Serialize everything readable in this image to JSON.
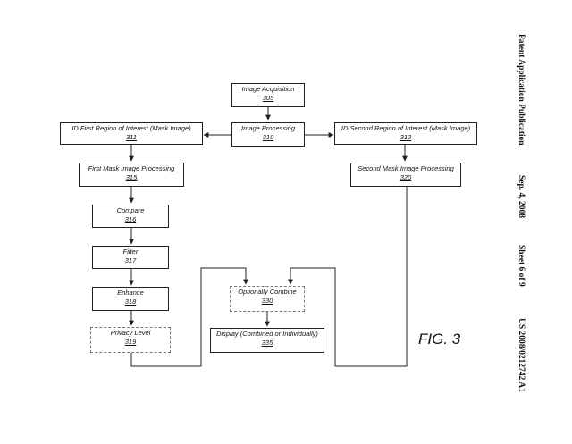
{
  "header": {
    "publication_type": "Patent Application Publication",
    "date": "Sep. 4, 2008",
    "sheet": "Sheet 6 of 9",
    "publication_number": "US 2008/0212742 A1"
  },
  "figure": {
    "label": "FIG. 3"
  },
  "diagram": {
    "nodes": {
      "image_acquisition": {
        "label": "Image Acquisition",
        "ref": "305"
      },
      "image_processing": {
        "label": "Image Processing",
        "ref": "310"
      },
      "id_first_roi": {
        "label": "ID First Region of Interest (Mask Image)",
        "ref": "311"
      },
      "id_second_roi": {
        "label": "ID Second Region of Interest (Mask Image)",
        "ref": "312"
      },
      "first_mask_processing": {
        "label": "First Mask Image Processing",
        "ref": "315"
      },
      "second_mask_processing": {
        "label": "Second Mask Image Processing",
        "ref": "320"
      },
      "compare": {
        "label": "Compare",
        "ref": "316"
      },
      "filter": {
        "label": "Filter",
        "ref": "317"
      },
      "enhance": {
        "label": "Enhance",
        "ref": "318"
      },
      "privacy_level": {
        "label": "Privacy Level",
        "ref": "319",
        "optional": true
      },
      "optionally_combine": {
        "label": "Optionally Combine",
        "ref": "330",
        "optional": true
      },
      "display": {
        "label": "Display (Combined or Individually)",
        "ref": "335"
      }
    },
    "edges": [
      {
        "from": "305",
        "to": "310"
      },
      {
        "from": "310",
        "to": "311"
      },
      {
        "from": "310",
        "to": "312"
      },
      {
        "from": "311",
        "to": "315"
      },
      {
        "from": "312",
        "to": "320"
      },
      {
        "from": "315",
        "to": "316"
      },
      {
        "from": "316",
        "to": "317"
      },
      {
        "from": "317",
        "to": "318"
      },
      {
        "from": "318",
        "to": "319"
      },
      {
        "from": "319",
        "to": "330"
      },
      {
        "from": "320",
        "to": "330"
      },
      {
        "from": "330",
        "to": "335"
      }
    ],
    "line_color": "#222222",
    "optional_border_color": "#777777"
  }
}
